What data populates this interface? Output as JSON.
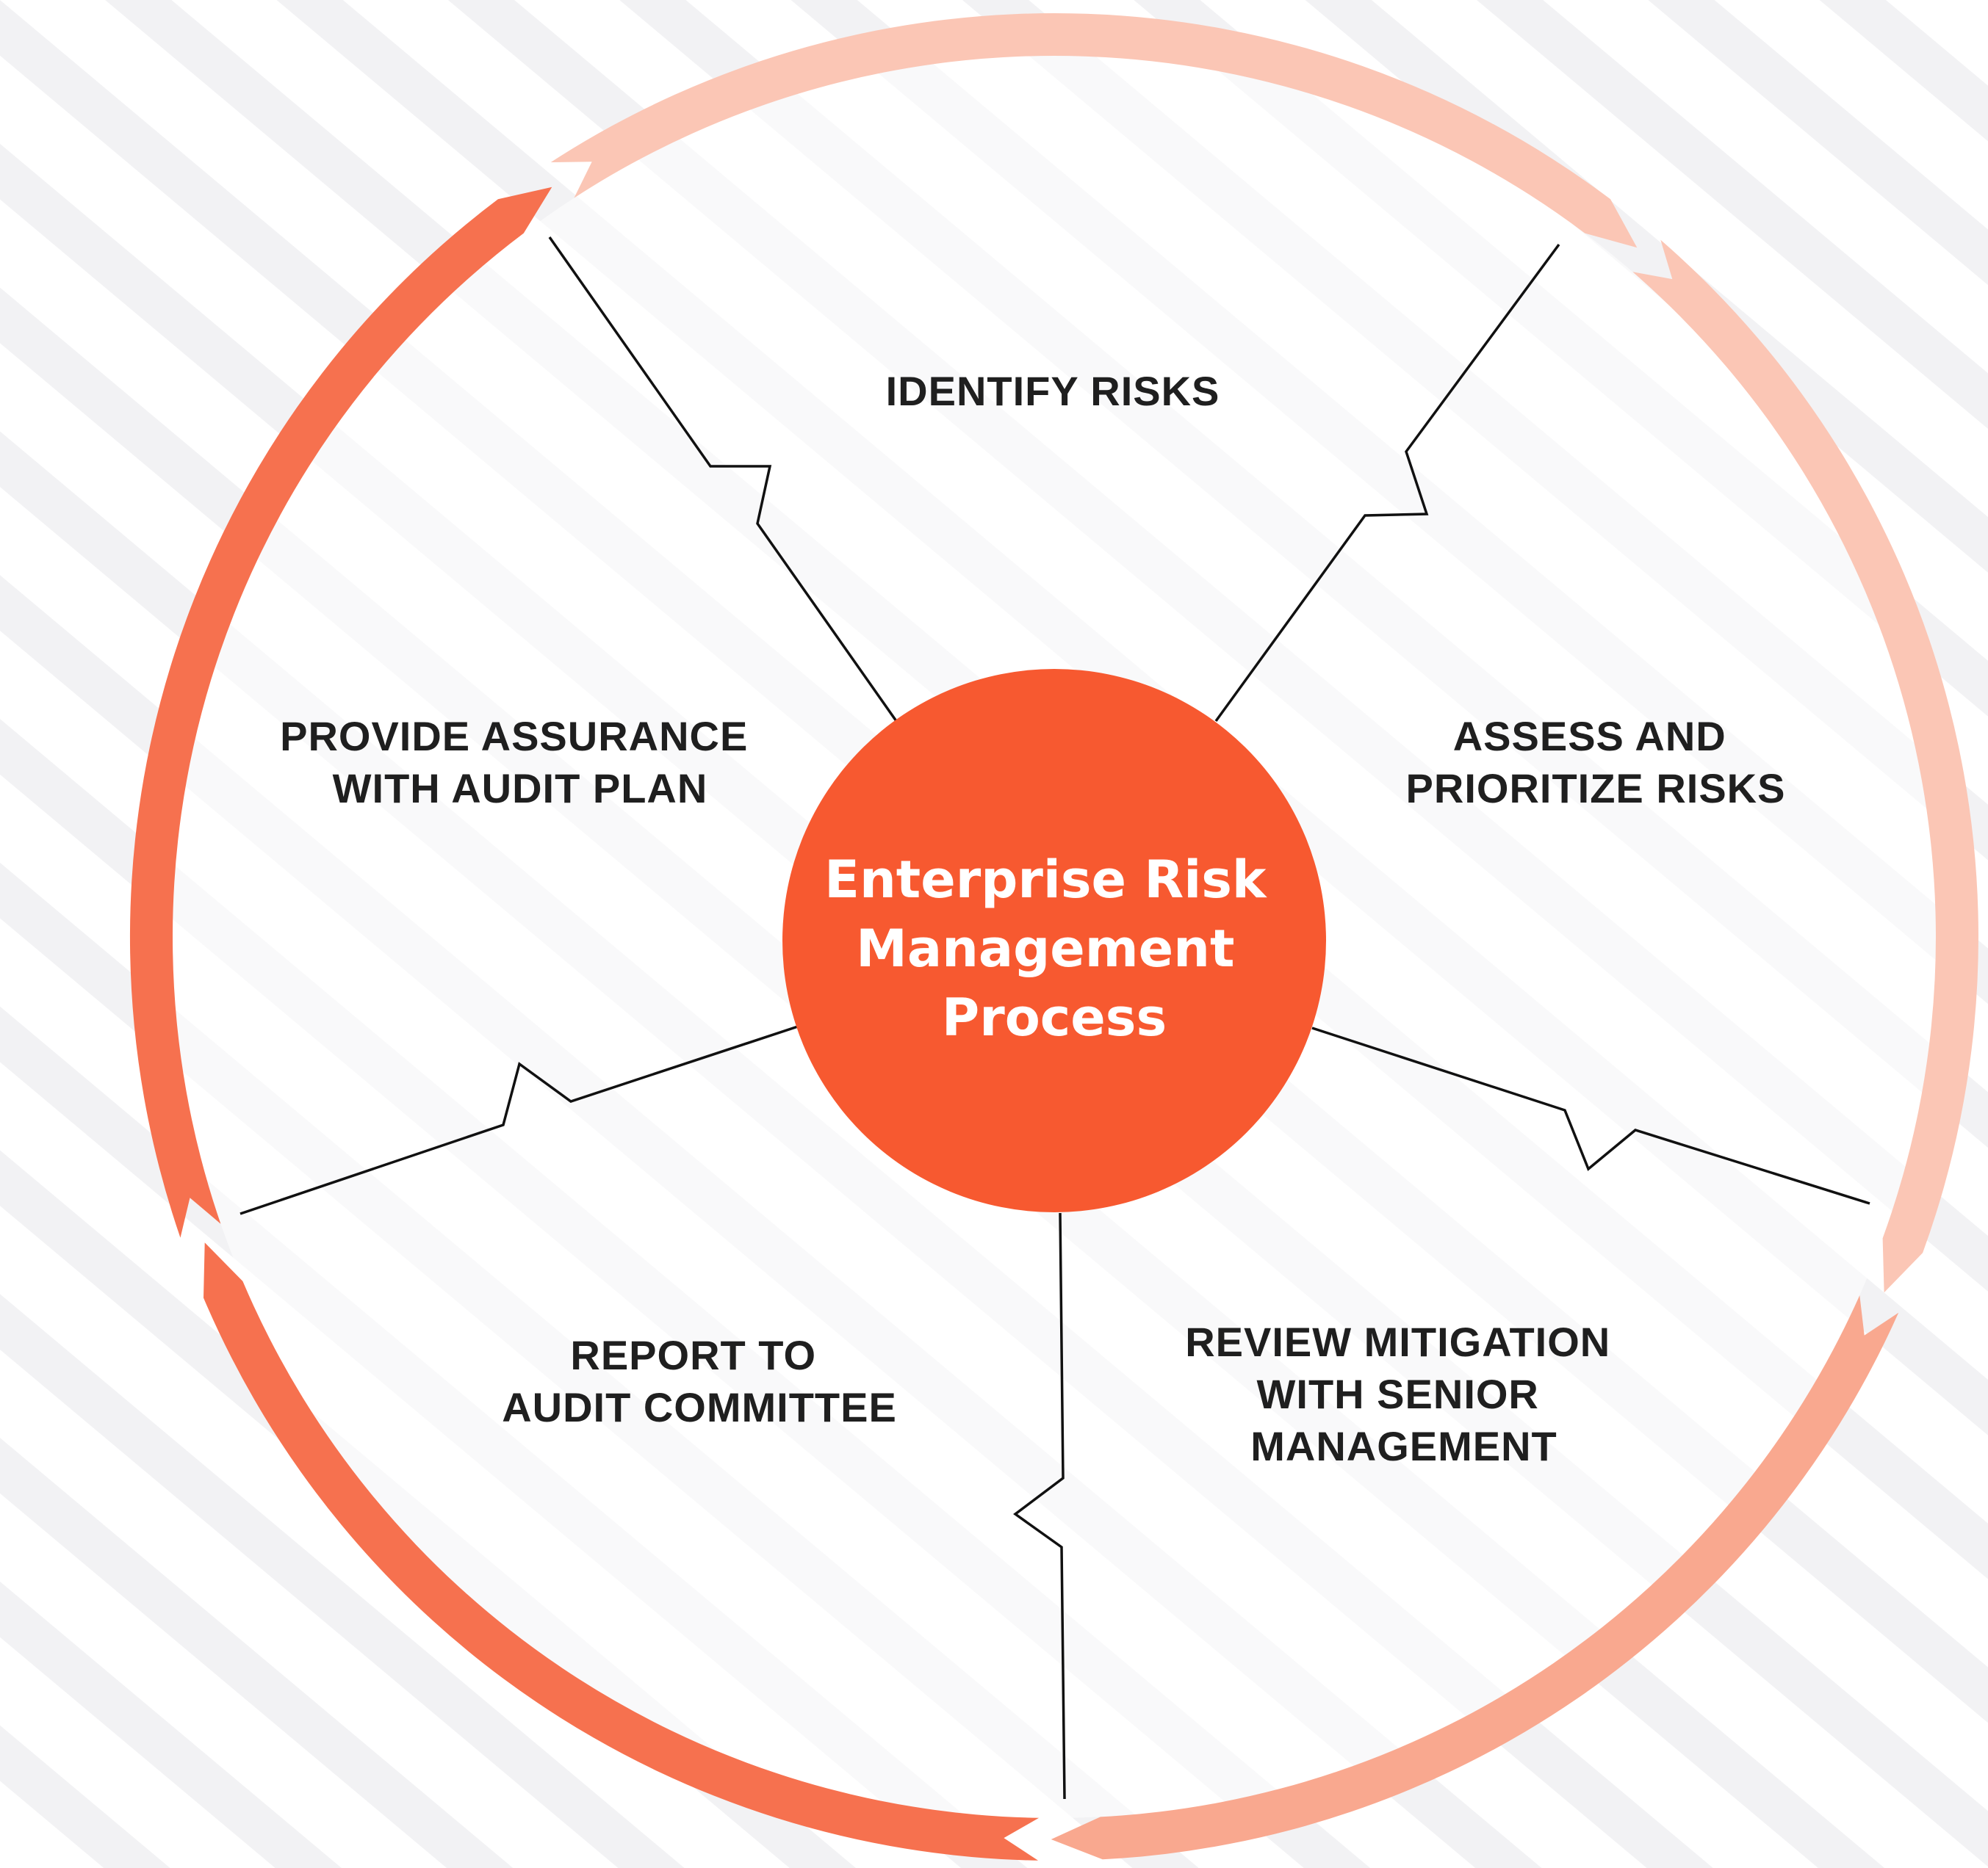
{
  "center": {
    "lines": [
      "Enterprise Risk",
      "Management",
      "Process"
    ],
    "color": "#f75930"
  },
  "stages": [
    {
      "id": "identify",
      "lines": [
        "IDENTIFY RISKS"
      ]
    },
    {
      "id": "assess",
      "lines": [
        "ASSESS AND",
        "PRIORITIZE RISKS"
      ]
    },
    {
      "id": "review",
      "lines": [
        "REVIEW MITIGATION",
        "WITH SENIOR",
        "MANAGEMENT"
      ]
    },
    {
      "id": "report",
      "lines": [
        "REPORT TO",
        "AUDIT COMMITTEE"
      ]
    },
    {
      "id": "assurance",
      "lines": [
        "PROVIDE ASSURANCE",
        "WITH AUDIT PLAN"
      ]
    }
  ],
  "colors": {
    "ring_light": "#fbc6b5",
    "ring_mid": "#f9a88f",
    "ring_dark": "#f6714f",
    "text": "#1f1f1f",
    "divider": "#111111",
    "background_stripe": "#f2f2f4"
  },
  "icons": {
    "cycle_arrows": "clockwise-arrow-ring"
  }
}
